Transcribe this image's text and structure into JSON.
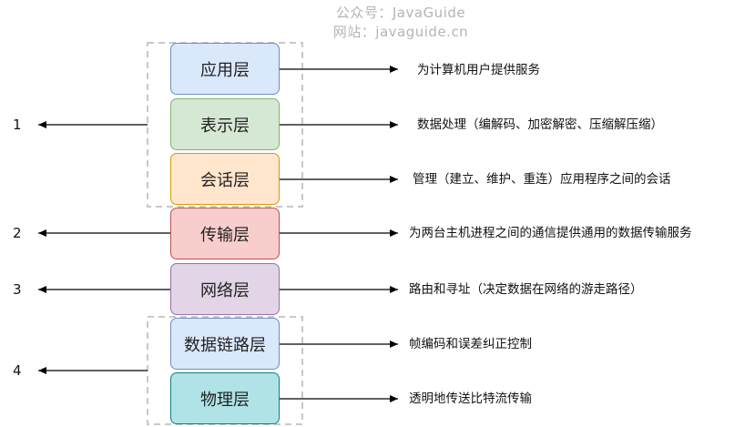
{
  "watermark": {
    "line1": "公众号：JavaGuide",
    "line2": "网站：javaguide.cn"
  },
  "layers": [
    {
      "name": "应用层",
      "description": "为计算机用户提供服务",
      "fill": "#dae8fc",
      "stroke": "#6c8ebf"
    },
    {
      "name": "表示层",
      "description": "数据处理（编解码、加密解密、压缩解压缩）",
      "fill": "#d5e8d4",
      "stroke": "#82b366"
    },
    {
      "name": "会话层",
      "description": "管理（建立、维护、重连）应用程序之间的会话",
      "fill": "#ffe6cc",
      "stroke": "#d79b00"
    },
    {
      "name": "传输层",
      "description": "为两台主机进程之间的通信提供通用的数据传输服务",
      "fill": "#f8cecc",
      "stroke": "#b85450"
    },
    {
      "name": "网络层",
      "description": "路由和寻址（决定数据在网络的游走路径）",
      "fill": "#e1d5e7",
      "stroke": "#9673a6"
    },
    {
      "name": "数据链路层",
      "description": "帧编码和误差纠正控制",
      "fill": "#dae8fc",
      "stroke": "#6c8ebf"
    },
    {
      "name": "物理层",
      "description": "透明地传送比特流传输",
      "fill": "#b0e3e6",
      "stroke": "#0e8088"
    }
  ],
  "groups": [
    {
      "label": "1"
    },
    {
      "label": "2"
    },
    {
      "label": "3"
    },
    {
      "label": "4"
    }
  ]
}
